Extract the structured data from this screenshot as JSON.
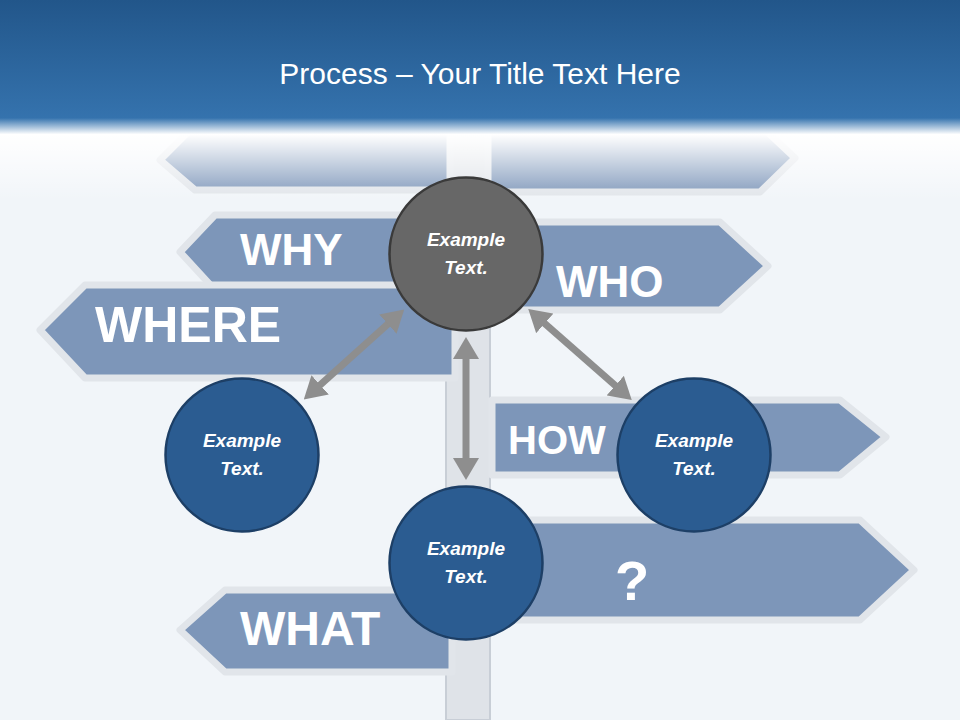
{
  "diagram": {
    "title": "Process – Your Title Text Here",
    "nodes": [
      {
        "text": [
          "Example Text."
        ]
      },
      {
        "text": [
          "Example Text."
        ]
      },
      {
        "text": [
          "Example Text."
        ]
      },
      {
        "text": [
          "Example Text."
        ]
      }
    ],
    "edges": [
      {
        "from": 0,
        "to": 1,
        "arrow": "both"
      },
      {
        "from": 0,
        "to": 2,
        "arrow": "both"
      },
      {
        "from": 0,
        "to": 3,
        "arrow": "both"
      }
    ],
    "labels": [
      "WHY",
      "WHO",
      "WHERE",
      "HOW",
      "WHAT",
      "?"
    ]
  }
}
